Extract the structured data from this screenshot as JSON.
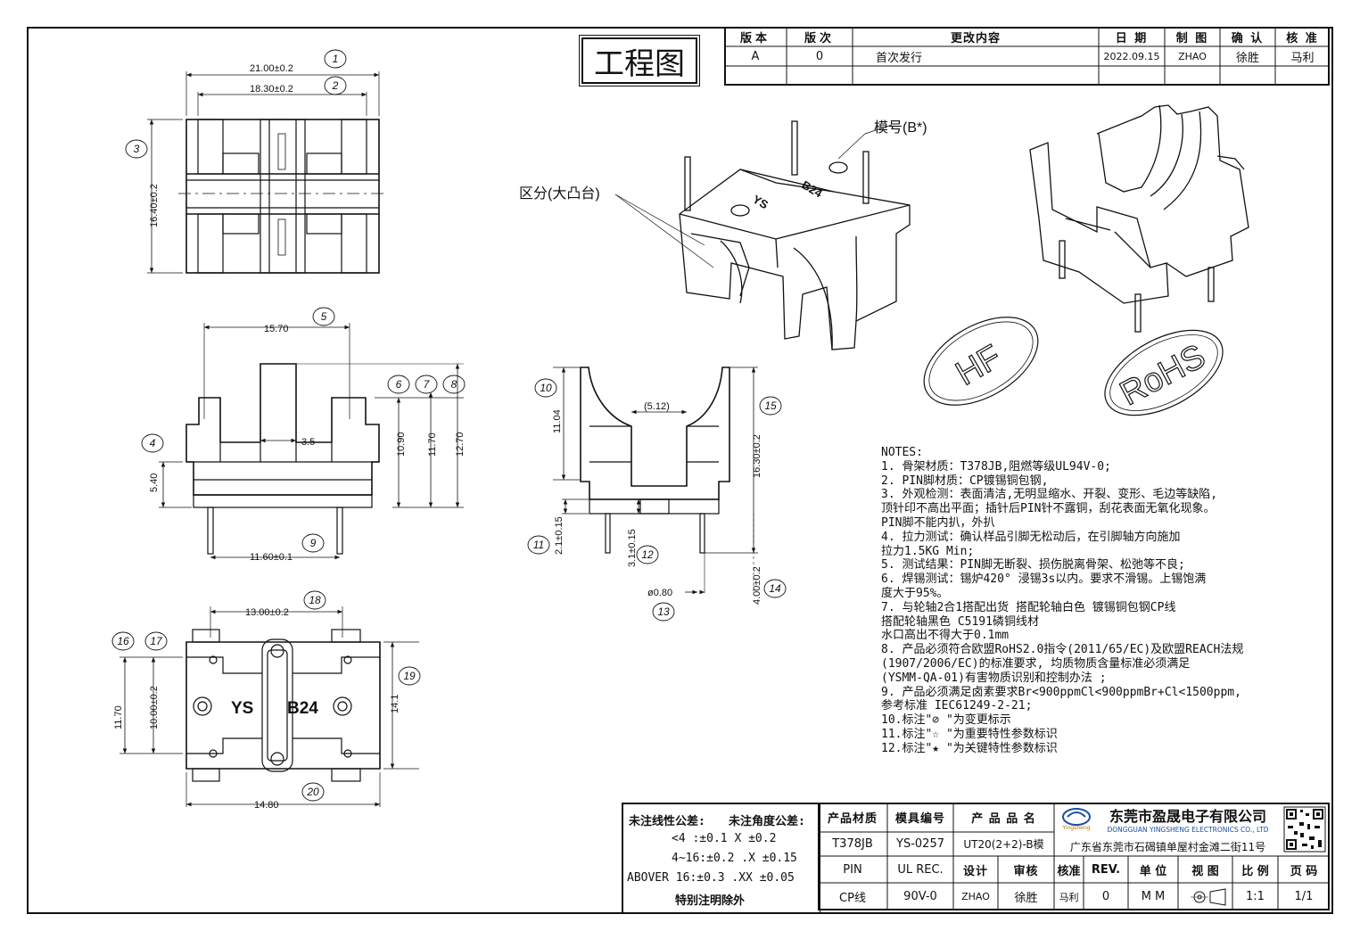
{
  "title": "工程图",
  "revision_table": {
    "headers": [
      "版本",
      "版次",
      "更改内容",
      "日 期",
      "制 图",
      "确 认",
      "核 准"
    ],
    "rows": [
      [
        "A",
        "0",
        "首次发行",
        "2022.09.15",
        "ZHAO",
        "徐胜",
        "马利"
      ]
    ]
  },
  "views": {
    "top": {
      "dims": [
        "21.00±0.2",
        "18.30±0.2",
        "16.40±0.2"
      ],
      "balloons": [
        "1",
        "2",
        "3"
      ]
    },
    "front": {
      "dims": [
        "15.70",
        "3.5",
        "10.90",
        "11.70",
        "12.70",
        "5.40",
        "11.60±0.1"
      ],
      "balloons": [
        "4",
        "5",
        "6",
        "7",
        "8",
        "9"
      ]
    },
    "side": {
      "dims": [
        "11.04",
        "(5.12)",
        "16.30±0.2",
        "2.1±0.15",
        "3.1±0.15",
        "ø0.80",
        "4.00±0.2"
      ],
      "balloons": [
        "10",
        "11",
        "12",
        "13",
        "14",
        "15"
      ]
    },
    "bottom": {
      "dims": [
        "13.00±0.2",
        "11.70",
        "10.00±0.2",
        "14.1",
        "14.80"
      ],
      "marks": [
        "YS",
        "B24"
      ],
      "balloons": [
        "16",
        "17",
        "18",
        "19",
        "20"
      ]
    }
  },
  "callouts": {
    "model_no": "模号(B*)",
    "distinguish": "区分(大凸台)"
  },
  "iso_marks": [
    "YS",
    "B24"
  ],
  "stamps": {
    "hf": "HF",
    "rohs": "RoHS"
  },
  "notes": [
    "NOTES:",
    "  1. 骨架材质：T378JB,阻燃等级UL94V-0;",
    "  2. PIN脚材质：CP镀锡铜包钢,",
    "  3. 外观检测：表面清洁,无明显缩水、开裂、变形、毛边等缺陷,",
    "     顶针印不高出平面；插针后PIN针不露铜，刮花表面无氧化现象。",
    "     PIN脚不能内扒，外扒",
    "  4. 拉力测试：确认样品引脚无松动后，在引脚轴方向施加",
    "     拉力1.5KG Min;",
    "  5. 测试结果：PIN脚无断裂、损伤脱离骨架、松弛等不良;",
    "  6. 焊锡测试：锡炉420° 浸锡3s以内。要求不滑锡。上锡饱满",
    "     度大于95%。",
    "  7. 与轮轴2合1搭配出货 搭配轮轴白色 镀锡铜包钢CP线",
    "                       搭配轮轴黑色 C5191磷铜线材",
    "     水口高出不得大于0.1mm",
    "  8. 产品必须符合欧盟RoHS2.0指令(2011/65/EC)及欧盟REACH法规",
    "     (1907/2006/EC)的标准要求, 均质物质含量标准必须满足",
    "     (YSMM-QA-01)有害物质识别和控制办法 ;",
    "  9. 产品必须满足卤素要求Br<900ppmCl<900ppmBr+Cl<1500ppm,",
    "     参考标准 IEC61249-2-21;",
    " 10.标注\"⊘ \"为变更标示",
    " 11.标注\"☆ \"为重要特性参数标识",
    " 12.标注\"★ \"为关键特性参数标识"
  ],
  "tolerance": {
    "head1": "未注线性公差:",
    "head2": "未注角度公差:",
    "lines": [
      "<4 :±0.1  X ±0.2",
      "4~16:±0.2  .X ±0.15",
      "ABOVER 16:±0.3  .XX ±0.05"
    ],
    "footer": "特别注明除外"
  },
  "title_block": {
    "product_material_label": "产品材质",
    "product_material": "T378JB",
    "mold_no_label": "模具编号",
    "mold_no": "YS-0257",
    "product_name_label": "产 品 品 名",
    "product_name": "UT20(2+2)-B模",
    "pin_label": "PIN",
    "pin_value": "CP线",
    "ul_label": "UL REC.",
    "ul_value": "90V-0",
    "design_label": "设计",
    "design_value": "ZHAO",
    "review_label": "审核",
    "review_value": "徐胜",
    "approve_label": "核准",
    "approve_value": "马利",
    "rev_label": "REV.",
    "rev_value": "0",
    "unit_label": "单 位",
    "unit_value": "M M",
    "view_label": "视 图",
    "scale_label": "比 例",
    "scale_value": "1:1",
    "page_label": "页 码",
    "page_value": "1/1",
    "company_cn": "东莞市盈晟电子有限公司",
    "company_en": "DONGGUAN YINGSHENG ELECTRONICS CO., LTD",
    "logo_text": "Yingsheng",
    "address": "广东省东莞市石碣镇单屋村金滩二街11号"
  }
}
